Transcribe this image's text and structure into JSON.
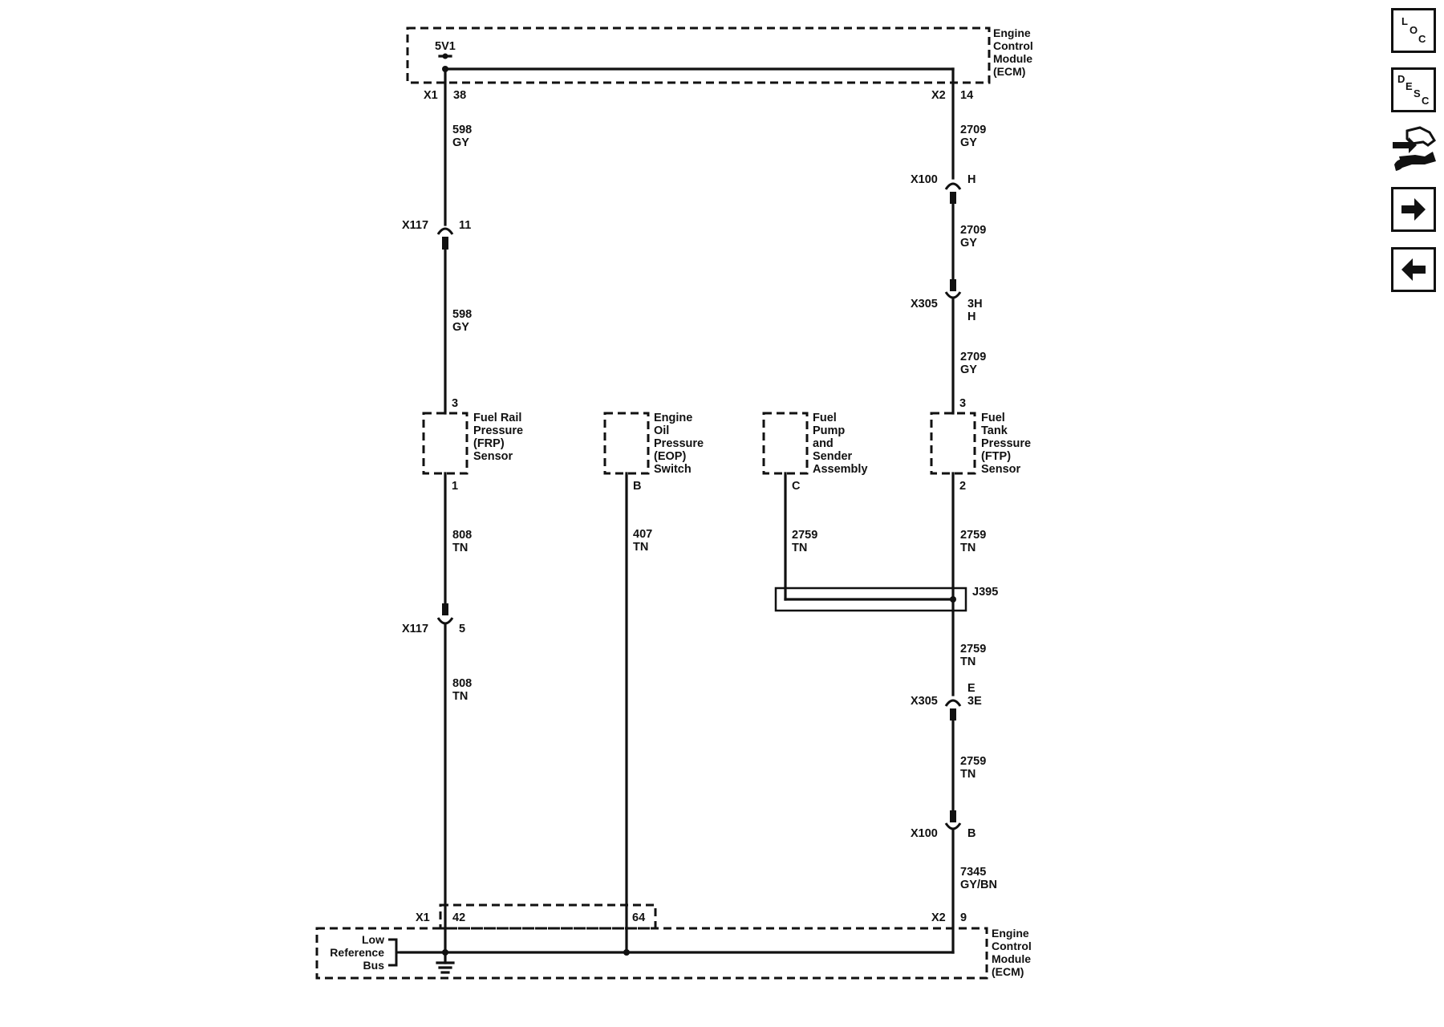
{
  "ecm_top": {
    "title_lines": [
      "Engine",
      "Control",
      "Module",
      "(ECM)"
    ],
    "ref_label": "5V1",
    "conn_left": "X1",
    "pin_left": "38",
    "conn_right": "X2",
    "pin_right": "14"
  },
  "ecm_bottom": {
    "title_lines": [
      "Engine",
      "Control",
      "Module",
      "(ECM)"
    ],
    "bus_lines": [
      "Low",
      "Reference",
      "Bus"
    ],
    "conn_left": "X1",
    "pin_left": "42",
    "pin_mid": "64",
    "conn_right": "X2",
    "pin_right": "9"
  },
  "frp_circuit": {
    "wire1": {
      "number": "598",
      "color": "GY"
    },
    "conn1": {
      "name": "X117",
      "pin": "11"
    },
    "wire2": {
      "number": "598",
      "color": "GY"
    },
    "sensor_top_pin": "3",
    "sensor_bottom_pin": "1",
    "wire3": {
      "number": "808",
      "color": "TN"
    },
    "conn2": {
      "name": "X117",
      "pin": "5"
    },
    "wire4": {
      "number": "808",
      "color": "TN"
    }
  },
  "eop_circuit": {
    "pin": "B",
    "wire": {
      "number": "407",
      "color": "TN"
    }
  },
  "pump_circuit": {
    "pin": "C",
    "wire": {
      "number": "2759",
      "color": "TN"
    }
  },
  "ftp_circuit": {
    "wire1": {
      "number": "2709",
      "color": "GY"
    },
    "conn1": {
      "name": "X100",
      "pin": "H"
    },
    "wire2": {
      "number": "2709",
      "color": "GY"
    },
    "conn2": {
      "name": "X305",
      "pin_a": "3H",
      "pin_b": "H"
    },
    "wire3": {
      "number": "2709",
      "color": "GY"
    },
    "sensor_top_pin": "3",
    "sensor_bottom_pin": "2",
    "wire4": {
      "number": "2759",
      "color": "TN"
    },
    "splice": "J395",
    "wire5": {
      "number": "2759",
      "color": "TN"
    },
    "conn3": {
      "name": "X305",
      "pin_a": "E",
      "pin_b": "3E"
    },
    "wire6": {
      "number": "2759",
      "color": "TN"
    },
    "conn4": {
      "name": "X100",
      "pin": "B"
    },
    "wire7": {
      "number": "7345",
      "color": "GY/BN"
    }
  },
  "components": {
    "frp": [
      "Fuel Rail",
      "Pressure",
      "(FRP)",
      "Sensor"
    ],
    "eop": [
      "Engine",
      "Oil",
      "Pressure",
      "(EOP)",
      "Switch"
    ],
    "pump": [
      "Fuel",
      "Pump",
      "and",
      "Sender",
      "Assembly"
    ],
    "ftp": [
      "Fuel",
      "Tank",
      "Pressure",
      "(FTP)",
      "Sensor"
    ]
  },
  "nav_buttons": {
    "loc": [
      "L",
      "O",
      "C"
    ],
    "desc": [
      "D",
      "E",
      "S",
      "C"
    ]
  }
}
